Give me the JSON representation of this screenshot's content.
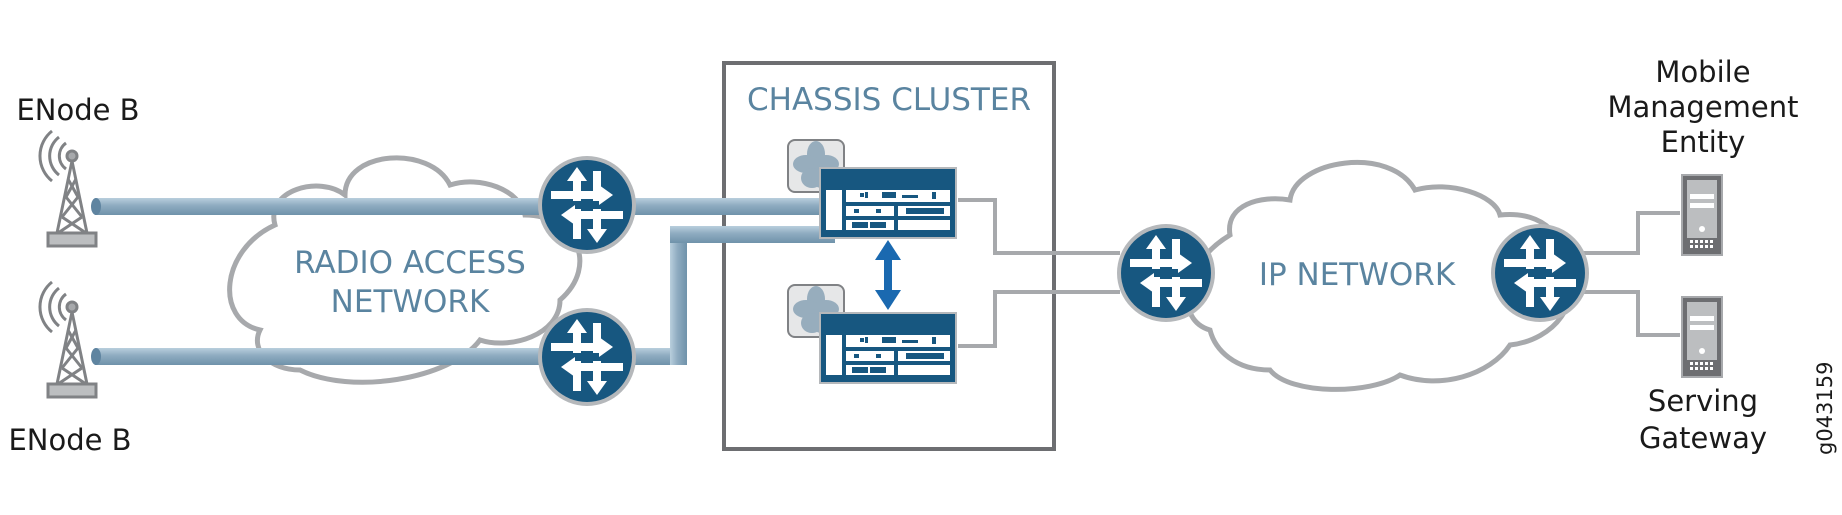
{
  "diagram": {
    "type": "network-topology",
    "labels": {
      "enodeb_top": "ENode B",
      "enodeb_bottom": "ENode B",
      "radio_access_network_line1": "RADIO ACCESS",
      "radio_access_network_line2": "NETWORK",
      "chassis_cluster": "CHASSIS CLUSTER",
      "ip_network": "IP NETWORK",
      "mme_line1": "Mobile",
      "mme_line2": "Management",
      "mme_line3": "Entity",
      "sgw_line1": "Serving",
      "sgw_line2": "Gateway",
      "figure_id": "g043159"
    },
    "nodes": [
      {
        "id": "enodeb-1",
        "kind": "cell-tower",
        "label": "ENode B"
      },
      {
        "id": "enodeb-2",
        "kind": "cell-tower",
        "label": "ENode B"
      },
      {
        "id": "ran-router-1",
        "kind": "router"
      },
      {
        "id": "ran-router-2",
        "kind": "router"
      },
      {
        "id": "cluster-node-0",
        "kind": "firewall-chassis"
      },
      {
        "id": "cluster-node-1",
        "kind": "firewall-chassis"
      },
      {
        "id": "ip-router-1",
        "kind": "router"
      },
      {
        "id": "ip-router-2",
        "kind": "router"
      },
      {
        "id": "mme",
        "kind": "server",
        "label": "Mobile Management Entity"
      },
      {
        "id": "sgw",
        "kind": "server",
        "label": "Serving Gateway"
      }
    ],
    "links": [
      {
        "from": "enodeb-1",
        "to": "ran-router-1",
        "style": "tunnel"
      },
      {
        "from": "enodeb-2",
        "to": "ran-router-2",
        "style": "tunnel"
      },
      {
        "from": "ran-router-1",
        "to": "cluster-node-0",
        "style": "tunnel"
      },
      {
        "from": "ran-router-2",
        "to": "cluster-node-0",
        "style": "tunnel"
      },
      {
        "from": "cluster-node-0",
        "to": "cluster-node-1",
        "style": "bidirectional-arrow"
      },
      {
        "from": "cluster-node-0",
        "to": "ip-router-1",
        "style": "line"
      },
      {
        "from": "cluster-node-1",
        "to": "ip-router-1",
        "style": "line"
      },
      {
        "from": "ip-router-2",
        "to": "mme",
        "style": "line"
      },
      {
        "from": "ip-router-2",
        "to": "sgw",
        "style": "line"
      }
    ],
    "colors": {
      "router_fill": "#175780",
      "router_ring": "#b5b8bb",
      "tunnel": "#8aa8bd",
      "tunnel_dark": "#5f84a0",
      "cloud_stroke": "#a7a9ac",
      "link_line": "#a7a9ac",
      "cluster_border": "#6d6e71",
      "ha_arrow": "#1a69b0",
      "label_blue": "#5a84a0",
      "server_fill": "#bcbec0",
      "server_frame": "#6d6e71"
    }
  }
}
